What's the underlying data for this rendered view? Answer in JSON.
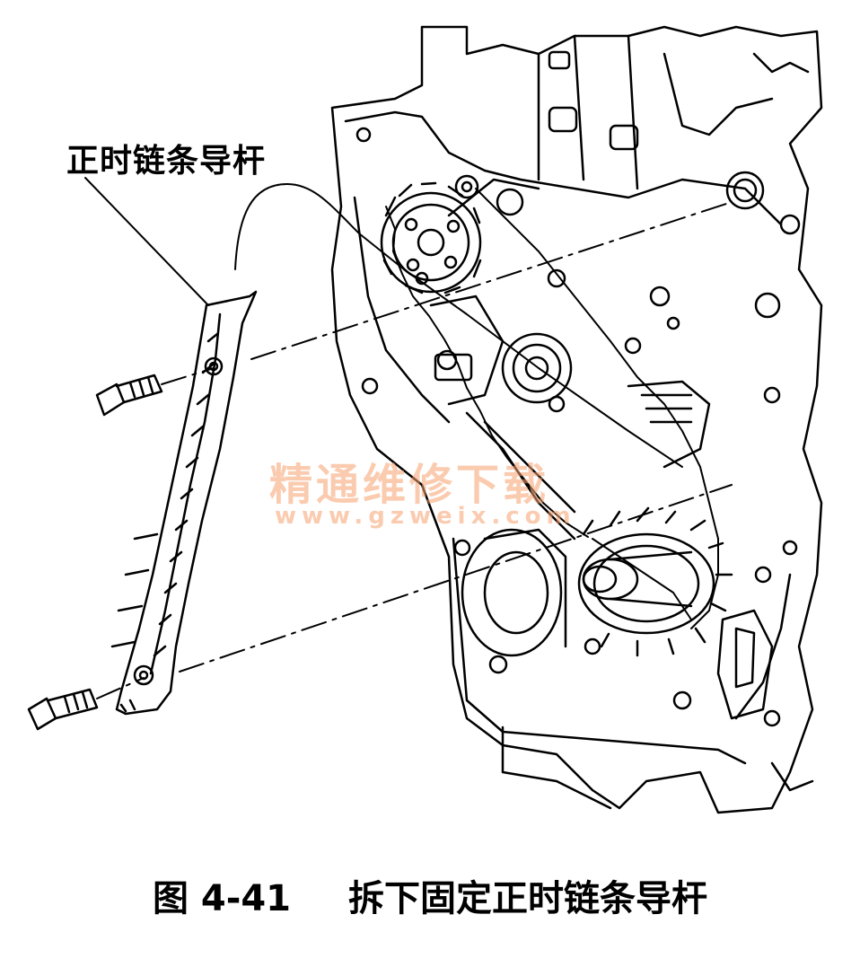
{
  "diagram": {
    "callout_label": "正时链条导杆",
    "watermark": {
      "text": "精通维修下载",
      "url": "www.gzweix.com"
    }
  },
  "caption": {
    "figure_number": "图 4-41",
    "title": "拆下固定正时链条导杆"
  },
  "colors": {
    "line": "#000000",
    "background": "#ffffff",
    "watermark": "#f5a06e"
  }
}
